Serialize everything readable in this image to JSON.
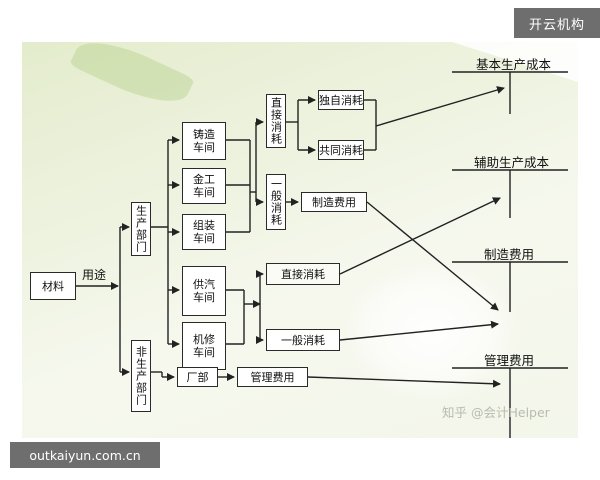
{
  "watermarks": {
    "top_right": "开云机构",
    "bottom_left": "outkaiyun.com.cn",
    "inner": "知乎 @会计Helper"
  },
  "diagram": {
    "material": "材料",
    "usage": "用途",
    "production_dept": "生产部门",
    "non_production_dept": "非生产部门",
    "casting": "铸造车间",
    "metalwork": "金工车间",
    "assembly": "组装车间",
    "steam_supply": "供汽车间",
    "maintenance": "机修车间",
    "direct_consumption": "直接消耗",
    "general_consumption": "一般消耗",
    "exclusive_consumption": "独自消耗",
    "shared_consumption": "共同消耗",
    "manufacturing_expense_box": "制造费用",
    "direct_consumption2": "直接消耗",
    "general_consumption2": "一般消耗",
    "factory_dept": "厂部",
    "management_expense_box": "管理费用"
  },
  "cost_items": {
    "basic_production_cost": "基本生产成本",
    "auxiliary_production_cost": "辅助生产成本",
    "manufacturing_expense": "制造费用",
    "management_expense": "管理费用"
  }
}
